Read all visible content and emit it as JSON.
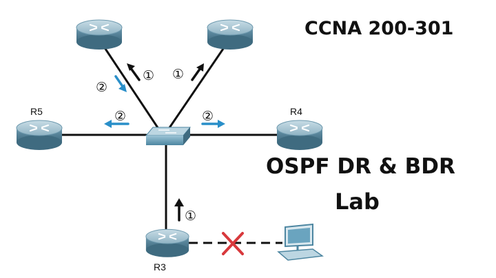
{
  "titles": {
    "exam": "CCNA 200-301",
    "topic": "OSPF DR & BDR",
    "type": "Lab"
  },
  "routers": {
    "r5": "R5",
    "r4": "R4",
    "r3": "R3"
  },
  "steps": {
    "one": "①",
    "two": "②"
  },
  "colors": {
    "router_top": "#a8c8d6",
    "router_side": "#5d8aa0",
    "switch": "#6fa4bd",
    "link": "#111111",
    "arrow_step2": "#2a8fc9",
    "fail_x": "#d8383c",
    "pc": "#6aa4bf"
  }
}
